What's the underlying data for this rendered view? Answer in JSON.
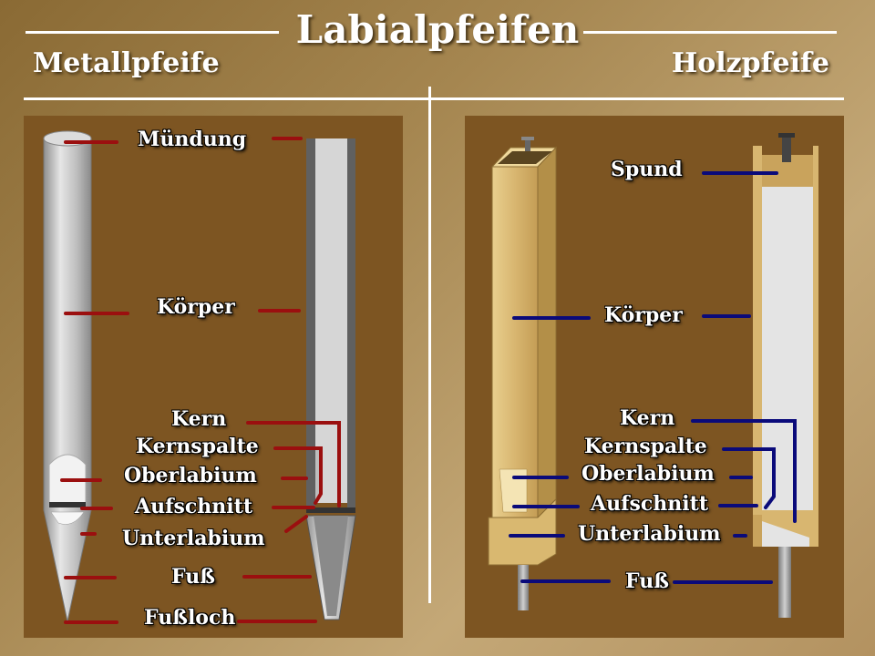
{
  "title": "Labialpfeifen",
  "left_heading": "Metallpfeife",
  "right_heading": "Holzpfeife",
  "metal_labels": {
    "muendung": "Mündung",
    "koerper": "Körper",
    "kern": "Kern",
    "kernspalte": "Kernspalte",
    "oberlabium": "Oberlabium",
    "aufschnitt": "Aufschnitt",
    "unterlabium": "Unterlabium",
    "fuss": "Fuß",
    "fussloch": "Fußloch"
  },
  "wood_labels": {
    "spund": "Spund",
    "koerper": "Körper",
    "kern": "Kern",
    "kernspalte": "Kernspalte",
    "oberlabium": "Oberlabium",
    "aufschnitt": "Aufschnitt",
    "unterlabium": "Unterlabium",
    "fuss": "Fuß"
  },
  "colors": {
    "metal_leader": "#9b0f0f",
    "wood_leader": "#0a0a7a",
    "panel": "#7d5522"
  }
}
